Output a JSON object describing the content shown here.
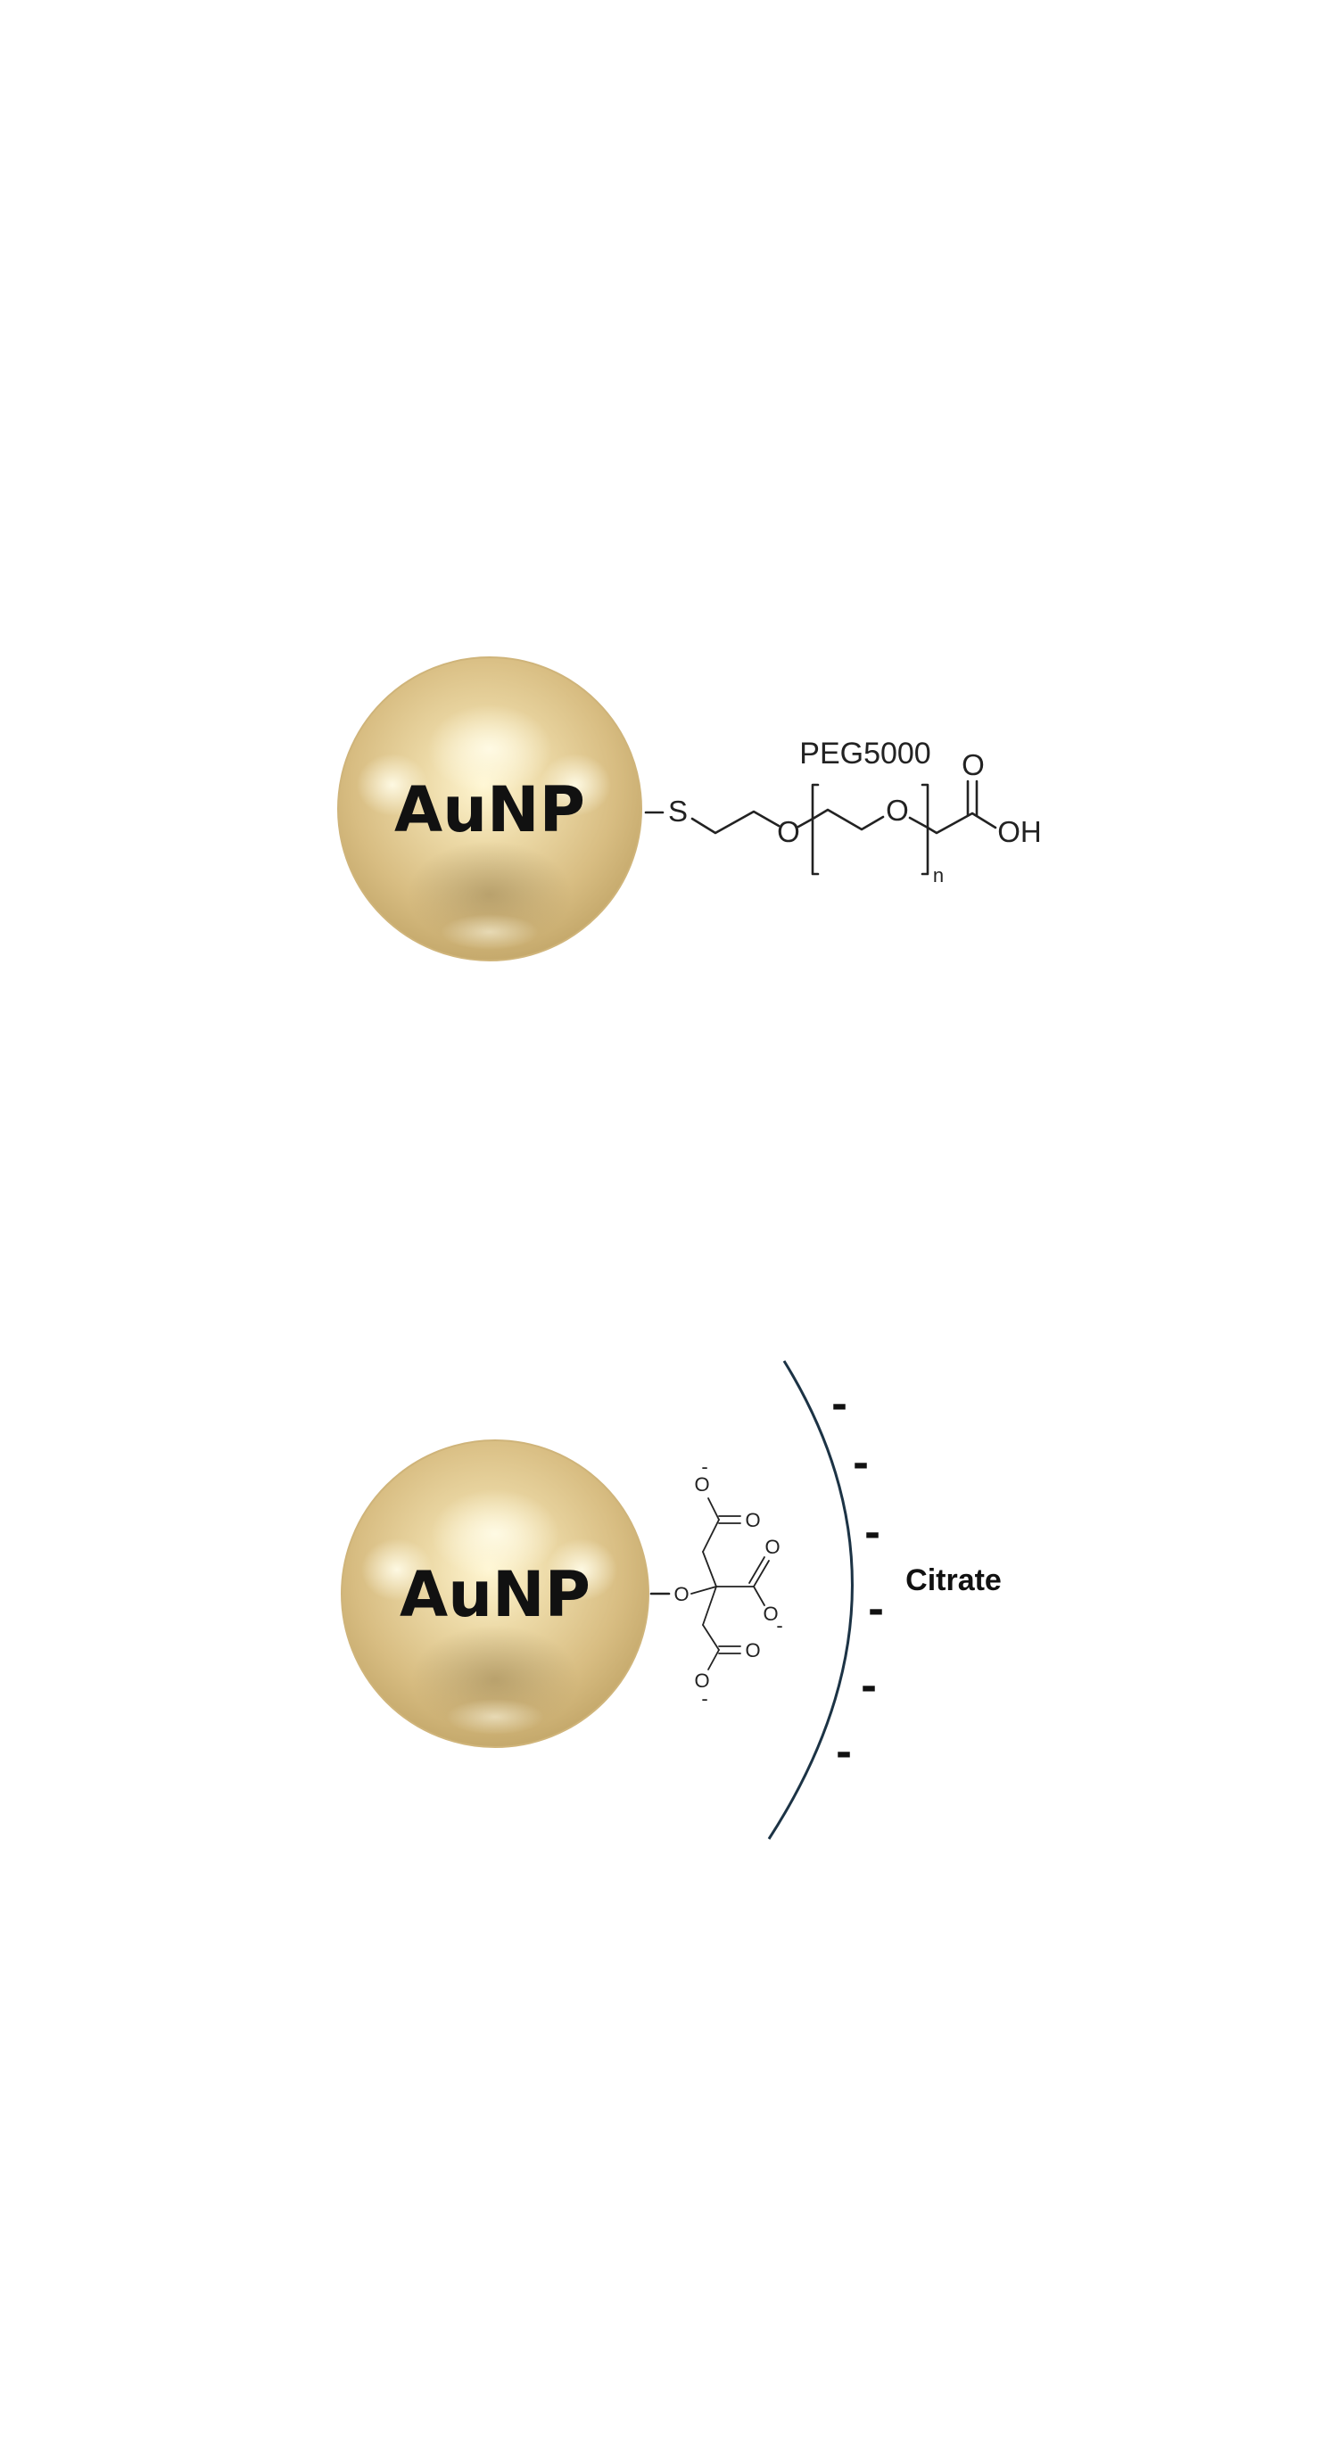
{
  "colors": {
    "gold_highlight": "#fff6d2",
    "gold_light": "#ecd9a6",
    "gold_mid": "#d8bd82",
    "gold_dark": "#a58d5a",
    "double_layer_arc": "#1c3345",
    "bond": "#222222"
  },
  "peg_conjugate": {
    "nanoparticle_label": "AuNP",
    "polymer_label": "PEG5000",
    "sulfur": "S",
    "ether_oxygen": "O",
    "carbonyl_oxygen": "O",
    "hydroxyl": "OH",
    "repeat_subscript": "n"
  },
  "citrate_conjugate": {
    "nanoparticle_label": "AuNP",
    "ligand_label": "Citrate",
    "linker_oxygen": "O",
    "oxygen": "O",
    "negative_sign": "-",
    "surface_charge_signs": [
      "-",
      "-",
      "-",
      "-",
      "-",
      "-"
    ]
  }
}
